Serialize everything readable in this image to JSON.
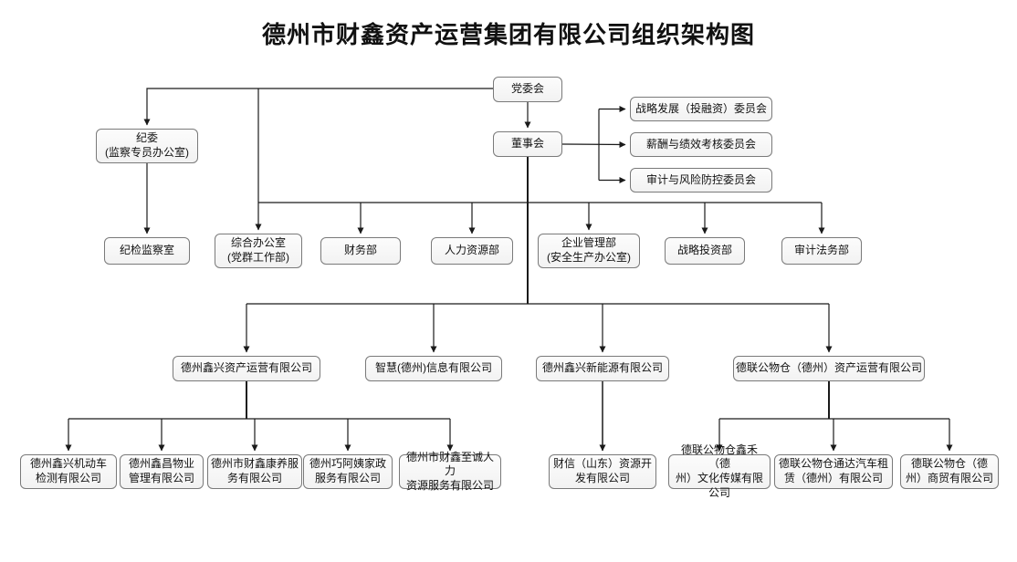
{
  "title": "德州市财鑫资产运营集团有限公司组织架构图",
  "colors": {
    "background": "#ffffff",
    "box_border": "#7a7a7a",
    "box_fill": "#f2f2f2",
    "line": "#1a1a1a",
    "text": "#111111"
  },
  "nodes": {
    "party_committee": {
      "label": "党委会"
    },
    "board": {
      "label": "董事会"
    },
    "discipline": {
      "label": "纪委\n(监察专员办公室)"
    },
    "committee_strategy": {
      "label": "战略发展（投融资）委员会"
    },
    "committee_salary": {
      "label": "薪酬与绩效考核委员会"
    },
    "committee_audit": {
      "label": "审计与风险防控委员会"
    },
    "dept_discipline_office": {
      "label": "纪检监察室"
    },
    "dept_general_office": {
      "label": "综合办公室\n(党群工作部)"
    },
    "dept_finance": {
      "label": "财务部"
    },
    "dept_hr": {
      "label": "人力资源部"
    },
    "dept_enterprise": {
      "label": "企业管理部\n(安全生产办公室)"
    },
    "dept_strategy_invest": {
      "label": "战略投资部"
    },
    "dept_audit_legal": {
      "label": "审计法务部"
    },
    "sub_xinxing_asset": {
      "label": "德州鑫兴资产运营有限公司"
    },
    "sub_zhihui_info": {
      "label": "智慧(德州)信息有限公司"
    },
    "sub_xinxing_energy": {
      "label": "德州鑫兴新能源有限公司"
    },
    "sub_delian_asset": {
      "label": "德联公物仓（德州）资产运营有限公司"
    },
    "leaf_vehicle": {
      "label": "德州鑫兴机动车\n检测有限公司"
    },
    "leaf_property": {
      "label": "德州鑫昌物业\n管理有限公司"
    },
    "leaf_kangyang": {
      "label": "德州市财鑫康养服\n务有限公司"
    },
    "leaf_housekeeping": {
      "label": "德州巧阿姨家政\n服务有限公司"
    },
    "leaf_hr_service": {
      "label": "德州市财鑫至诚人力\n资源服务有限公司"
    },
    "leaf_caixin_resource": {
      "label": "财信（山东）资源开\n发有限公司"
    },
    "leaf_culture_media": {
      "label": "德联公物仓鑫禾（德\n州）文化传媒有限公司"
    },
    "leaf_car_rental": {
      "label": "德联公物仓通达汽车租\n赁（德州）有限公司"
    },
    "leaf_trade": {
      "label": "德联公物仓（德\n州）商贸有限公司"
    }
  },
  "edges": [
    [
      "party_committee",
      "board"
    ],
    [
      "party_committee",
      "discipline"
    ],
    [
      "discipline",
      "dept_discipline_office"
    ],
    [
      "board",
      "committee_strategy"
    ],
    [
      "board",
      "committee_salary"
    ],
    [
      "board",
      "committee_audit"
    ],
    [
      "board",
      "dept_general_office"
    ],
    [
      "board",
      "dept_finance"
    ],
    [
      "board",
      "dept_hr"
    ],
    [
      "board",
      "dept_enterprise"
    ],
    [
      "board",
      "dept_strategy_invest"
    ],
    [
      "board",
      "dept_audit_legal"
    ],
    [
      "board",
      "sub_xinxing_asset"
    ],
    [
      "board",
      "sub_zhihui_info"
    ],
    [
      "board",
      "sub_xinxing_energy"
    ],
    [
      "board",
      "sub_delian_asset"
    ],
    [
      "sub_xinxing_asset",
      "leaf_vehicle"
    ],
    [
      "sub_xinxing_asset",
      "leaf_property"
    ],
    [
      "sub_xinxing_asset",
      "leaf_kangyang"
    ],
    [
      "sub_xinxing_asset",
      "leaf_housekeeping"
    ],
    [
      "sub_xinxing_asset",
      "leaf_hr_service"
    ],
    [
      "sub_xinxing_energy",
      "leaf_caixin_resource"
    ],
    [
      "sub_delian_asset",
      "leaf_culture_media"
    ],
    [
      "sub_delian_asset",
      "leaf_car_rental"
    ],
    [
      "sub_delian_asset",
      "leaf_trade"
    ]
  ]
}
